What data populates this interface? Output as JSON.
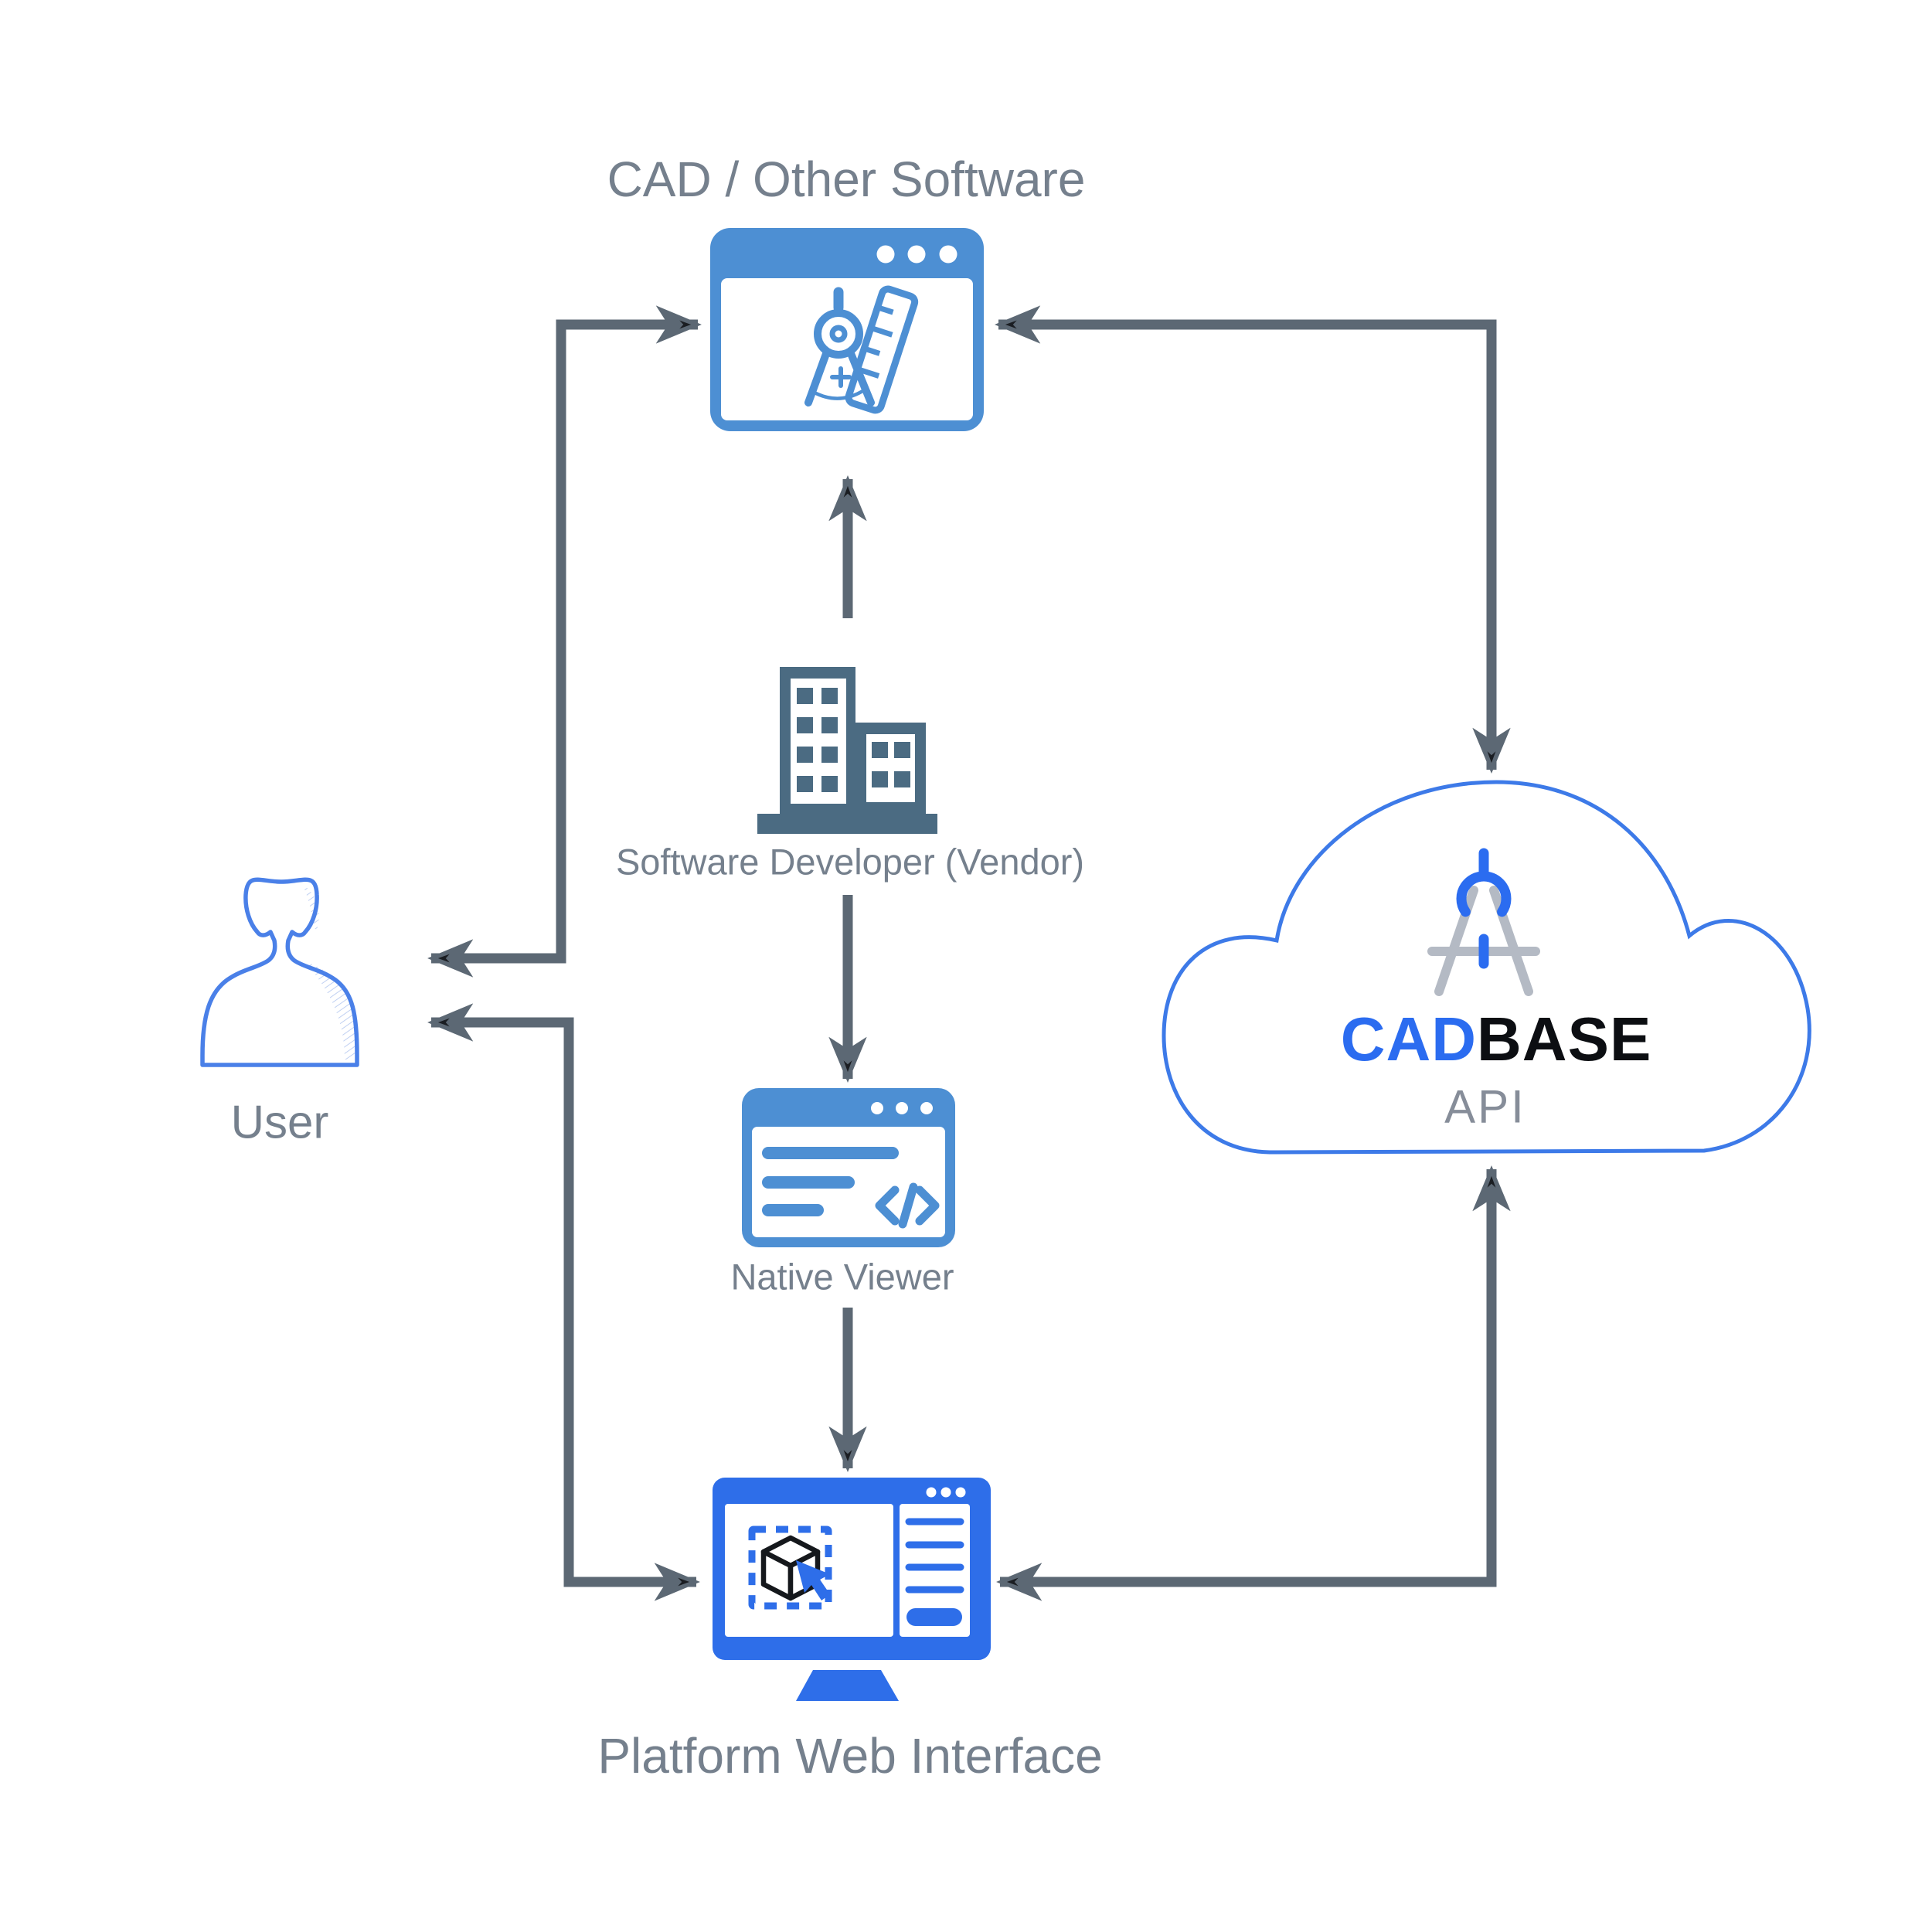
{
  "diagram": {
    "nodes": {
      "cad_software": {
        "label": "CAD / Other Software"
      },
      "software_developer": {
        "label": "Software Developer (Vendor)"
      },
      "native_viewer": {
        "label": "Native Viewer"
      },
      "platform_web_interface": {
        "label": "Platform Web Interface"
      },
      "user": {
        "label": "User"
      },
      "cadbase_api": {
        "brand_cad": "CAD",
        "brand_base": "BASE",
        "subtitle": "API"
      }
    },
    "icons": {
      "cad_software": "browser-window-drafting-compass-icon",
      "software_developer": "office-building-icon",
      "native_viewer": "browser-window-code-icon",
      "platform_web_interface": "monitor-3d-cube-cursor-icon",
      "user": "person-silhouette-icon",
      "cadbase_api": "cloud-drafting-compass-icon"
    },
    "connections": [
      {
        "from": "user",
        "to": "cad_software",
        "bidirectional": true
      },
      {
        "from": "user",
        "to": "platform_web_interface",
        "bidirectional": true
      },
      {
        "from": "cad_software",
        "to": "cadbase_api",
        "bidirectional": true
      },
      {
        "from": "platform_web_interface",
        "to": "cadbase_api",
        "bidirectional": true
      },
      {
        "from": "software_developer",
        "to": "cad_software",
        "bidirectional": false
      },
      {
        "from": "software_developer",
        "to": "native_viewer",
        "bidirectional": false
      },
      {
        "from": "native_viewer",
        "to": "platform_web_interface",
        "bidirectional": false
      }
    ],
    "colors": {
      "arrow_gray": "#5c6874",
      "label_gray": "#75808d",
      "browser_blue": "#4d8fd3",
      "platform_blue": "#2e6ee9",
      "building_slate": "#4b6b82",
      "cloud_outline_blue": "#3d7ae8",
      "user_outline_blue": "#4a80e8",
      "brand_blue": "#2b6cf0",
      "brand_dark": "#0c0e12",
      "api_gray": "#868d99",
      "logo_leg_gray": "#b4bac4"
    }
  }
}
